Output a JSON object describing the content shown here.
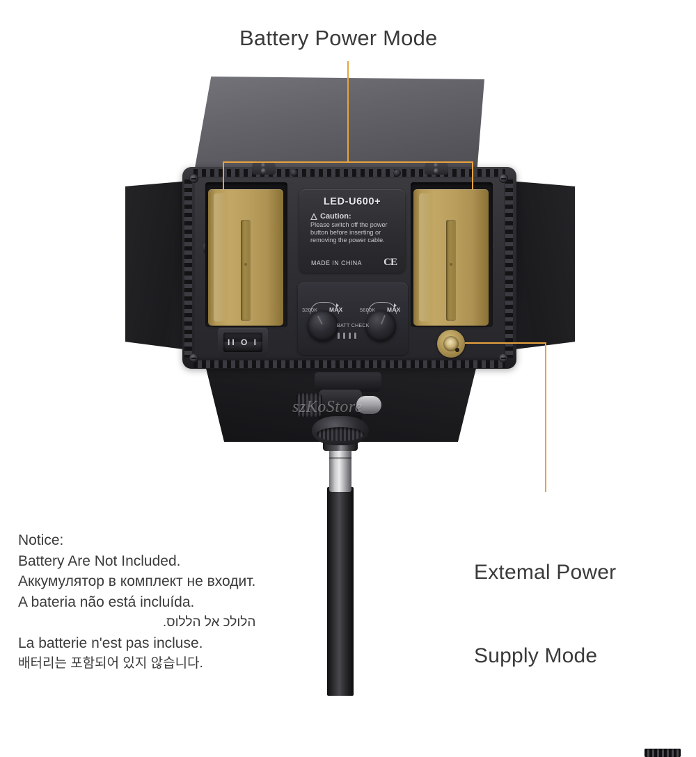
{
  "annotations": {
    "battery_mode": "Battery Power Mode",
    "external_mode_line1": "Extemal Power",
    "external_mode_line2": "Supply Mode",
    "accent_color": "#e8a33d",
    "text_color": "#3a3a3a"
  },
  "notice": {
    "heading": "Notice:",
    "lines": [
      "Battery Are Not Included.",
      "Аккумулятор в комплект не входит.",
      "A bateria não está incluída.",
      "הלולכ אל הללוס.",
      "La batterie n'est pas incluse.",
      "배터리는 포함되어 있지 않습니다."
    ]
  },
  "product": {
    "label": {
      "model": "LED-U600+",
      "caution_title": "Caution:",
      "caution_text": "Please switch off the power button before inserting or removing the power cable.",
      "origin": "MADE IN CHINA",
      "certification": "CE"
    },
    "controls": {
      "knob_left_min": "3200K",
      "knob_left_max": "MAX",
      "knob_right_min": "5600K",
      "knob_right_max": "MAX",
      "batt_check": "BATT CHECK",
      "led_count": 4
    },
    "power_switch": {
      "markings": "II O I"
    },
    "battery_color": "#b99e5d",
    "body_color": "#2a2a2e"
  },
  "watermark": "szKoStore"
}
